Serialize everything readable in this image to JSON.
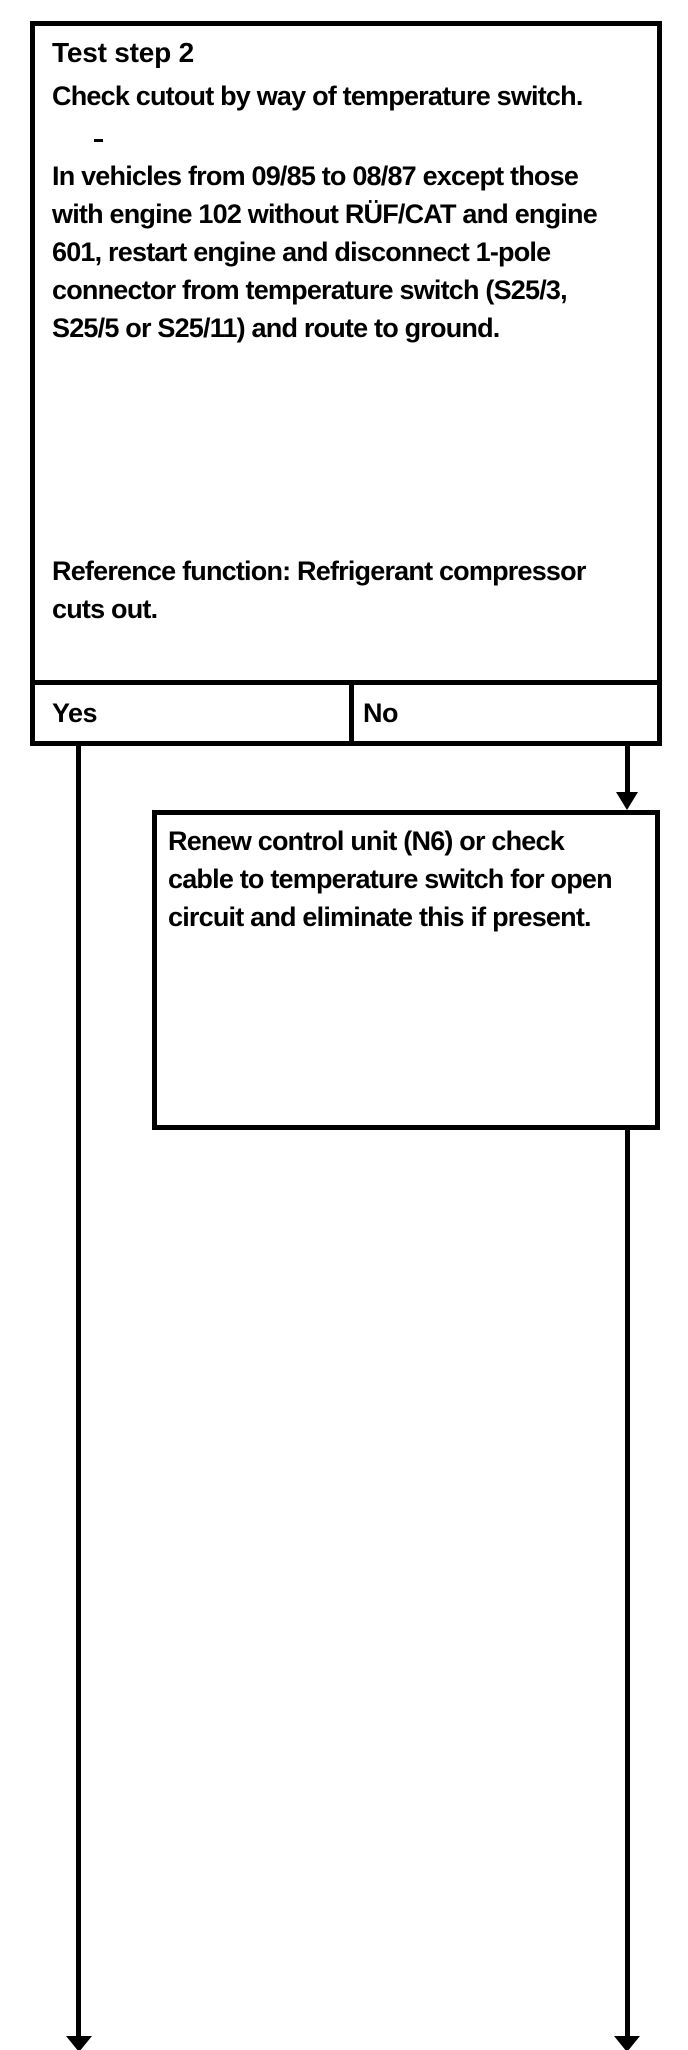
{
  "colors": {
    "ink": "#000000",
    "paper": "#ffffff"
  },
  "flowchart": {
    "step_box": {
      "title": "Test step 2",
      "instruction": "Check cutout by way of temperature switch.",
      "body_lines": [
        "In vehicles from 09/85 to 08/87 except those",
        "with engine 102 without RÜF/CAT and engine",
        "601, restart engine and disconnect 1-pole",
        "connector from temperature switch (S25/3,",
        "S25/5 or S25/11) and route to ground."
      ],
      "reference_lines": [
        "Reference function: Refrigerant compressor",
        "cuts out."
      ],
      "yes_label": "Yes",
      "no_label": "No"
    },
    "no_action_box": {
      "lines": [
        "Renew control unit (N6) or check",
        "cable to temperature switch for open",
        "circuit and eliminate this if present."
      ]
    }
  }
}
